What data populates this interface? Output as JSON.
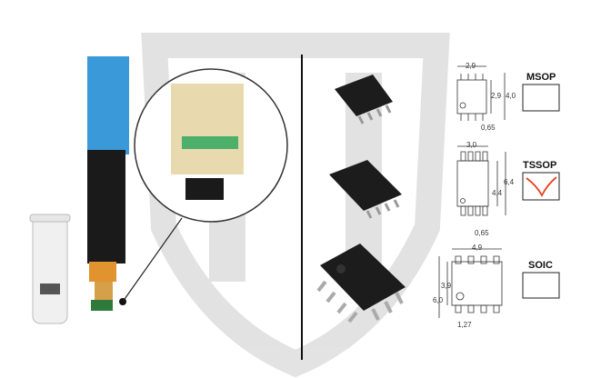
{
  "packages": [
    {
      "name": "MSOP",
      "dims": [
        "2,9",
        "2,9",
        "4,0",
        "0,65"
      ],
      "checked": false
    },
    {
      "name": "TSSOP",
      "dims": [
        "3,0",
        "6,4",
        "4,4",
        "0,65"
      ],
      "checked": true
    },
    {
      "name": "SOIC",
      "dims": [
        "4,9",
        "3,9",
        "6,0",
        "1,27"
      ],
      "checked": false
    }
  ],
  "colors": {
    "probe_blue": "#3a9ad9",
    "check_red": "#e8401c",
    "watermark": "#d9d9d9"
  }
}
